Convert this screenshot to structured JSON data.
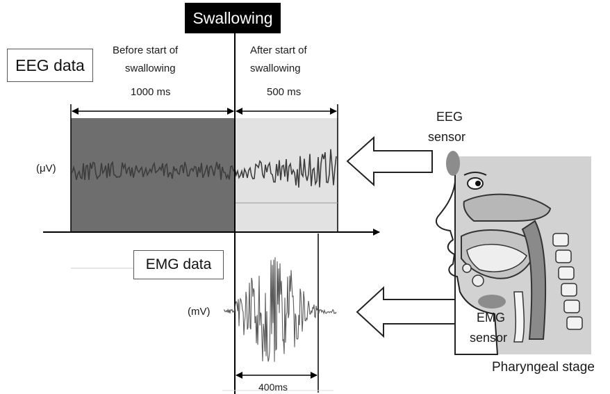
{
  "title_box": "Swallowing",
  "eeg": {
    "box_label": "EEG data",
    "before_label": [
      "Before start of",
      "swallowing"
    ],
    "after_label": [
      "After start of",
      "swallowing"
    ],
    "before_duration": "1000 ms",
    "after_duration": "500 ms",
    "unit": "(μV)"
  },
  "emg": {
    "box_label": "EMG data",
    "unit": "(mV)",
    "duration": "400ms"
  },
  "sensors": {
    "eeg": [
      "EEG",
      "sensor"
    ],
    "emg": [
      "EMG",
      "sensor"
    ]
  },
  "stage_label": "Pharyngeal stage",
  "colors": {
    "before_region": "#6e6e6e",
    "after_region": "#e2e2e2",
    "eeg_trace": "#3c3c3c",
    "emg_trace": "#5a5a5a",
    "title_bg": "#000000"
  }
}
